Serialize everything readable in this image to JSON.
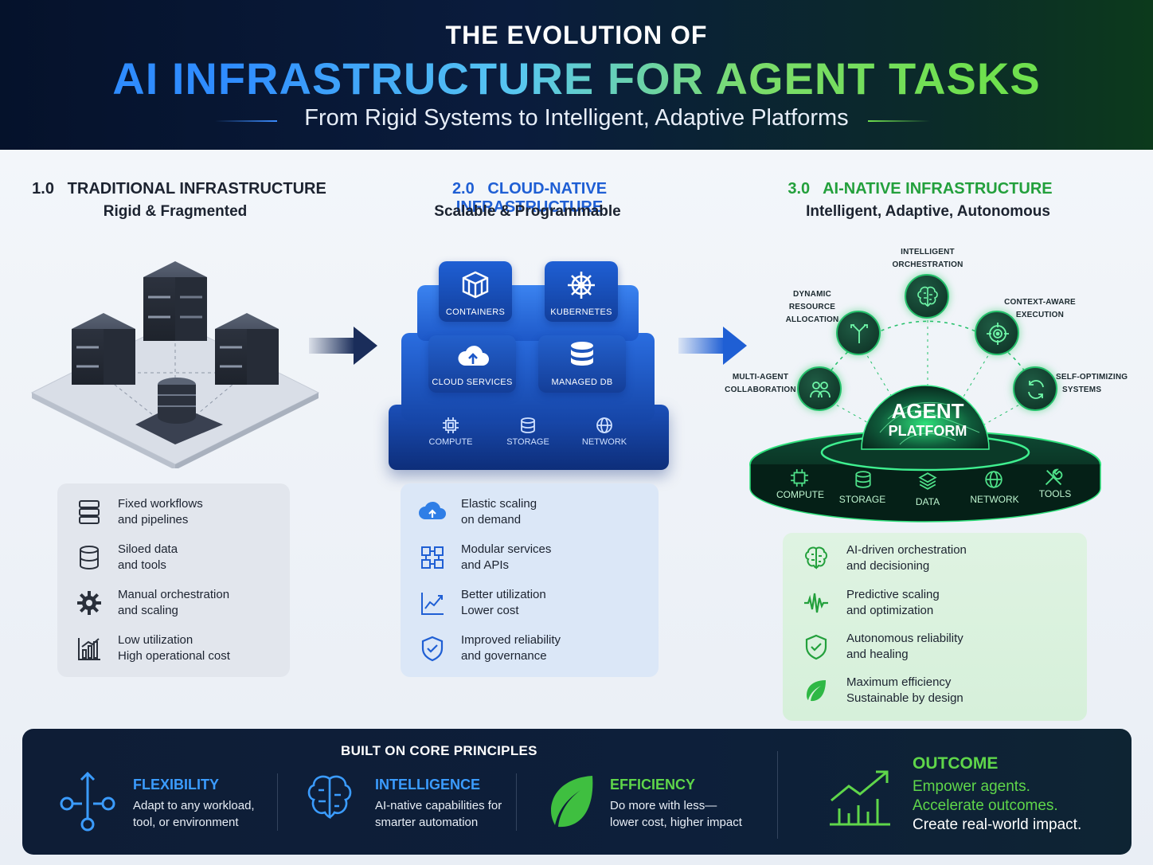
{
  "header": {
    "pre_title": "THE EVOLUTION OF",
    "main_title": "AI INFRASTRUCTURE FOR AGENT TASKS",
    "subtitle": "From Rigid Systems to Intelligent, Adaptive Platforms"
  },
  "columns": [
    {
      "number": "1.0",
      "title": "TRADITIONAL INFRASTRUCTURE",
      "subtitle": "Rigid & Fragmented",
      "color": "#1c2330",
      "items": [
        {
          "icon": "server-rack-icon",
          "line1": "Fixed workflows",
          "line2": "and pipelines"
        },
        {
          "icon": "database-icon",
          "line1": "Siloed data",
          "line2": "and tools"
        },
        {
          "icon": "gear-icon",
          "line1": "Manual orchestration",
          "line2": "and scaling"
        },
        {
          "icon": "bar-chart-icon",
          "line1": "Low utilization",
          "line2": "High operational cost"
        }
      ]
    },
    {
      "number": "2.0",
      "title": "CLOUD-NATIVE INFRASTRUCTURE",
      "subtitle": "Scalable & Programmable",
      "color": "#1f5fd4",
      "tiles": {
        "top": [
          "CONTAINERS",
          "KUBERNETES"
        ],
        "middle": [
          "CLOUD SERVICES",
          "MANAGED DB"
        ],
        "base": [
          "COMPUTE",
          "STORAGE",
          "NETWORK"
        ]
      },
      "items": [
        {
          "icon": "cloud-upload-icon",
          "line1": "Elastic scaling",
          "line2": "on demand"
        },
        {
          "icon": "modules-icon",
          "line1": "Modular services",
          "line2": "and APIs"
        },
        {
          "icon": "line-chart-icon",
          "line1": "Better utilization",
          "line2": "Lower cost"
        },
        {
          "icon": "shield-check-icon",
          "line1": "Improved reliability",
          "line2": "and governance"
        }
      ]
    },
    {
      "number": "3.0",
      "title": "AI-NATIVE INFRASTRUCTURE",
      "subtitle": "Intelligent, Adaptive, Autonomous",
      "color": "#23a03c",
      "platform": {
        "title": "AGENT",
        "subtitle": "PLATFORM",
        "base": [
          "COMPUTE",
          "STORAGE",
          "DATA",
          "NETWORK",
          "TOOLS"
        ],
        "nodes": [
          {
            "icon": "people-icon",
            "label": [
              "MULTI-AGENT",
              "COLLABORATION"
            ]
          },
          {
            "icon": "arrows-split-icon",
            "label": [
              "DYNAMIC",
              "RESOURCE",
              "ALLOCATION"
            ]
          },
          {
            "icon": "brain-icon",
            "label": [
              "INTELLIGENT",
              "ORCHESTRATION"
            ]
          },
          {
            "icon": "target-icon",
            "label": [
              "CONTEXT-AWARE",
              "EXECUTION"
            ]
          },
          {
            "icon": "refresh-icon",
            "label": [
              "SELF-OPTIMIZING",
              "SYSTEMS"
            ]
          }
        ]
      },
      "items": [
        {
          "icon": "brain-icon",
          "line1": "AI-driven orchestration",
          "line2": "and decisioning"
        },
        {
          "icon": "waveform-icon",
          "line1": "Predictive scaling",
          "line2": "and optimization"
        },
        {
          "icon": "shield-check-icon",
          "line1": "Autonomous reliability",
          "line2": "and healing"
        },
        {
          "icon": "leaf-icon",
          "line1": "Maximum efficiency",
          "line2": "Sustainable by design"
        }
      ]
    }
  ],
  "principles": {
    "heading": "BUILT ON CORE PRINCIPLES",
    "items": [
      {
        "icon": "flow-icon",
        "title": "FLEXIBILITY",
        "line1": "Adapt to any workload,",
        "line2": "tool, or environment",
        "color": "#3b9cff"
      },
      {
        "icon": "brain-icon",
        "title": "INTELLIGENCE",
        "line1": "AI-native capabilities for",
        "line2": "smarter automation",
        "color": "#3b9cff"
      },
      {
        "icon": "leaf-icon",
        "title": "EFFICIENCY",
        "line1": "Do more with less—",
        "line2": "lower cost, higher impact",
        "color": "#5fd64a"
      }
    ],
    "outcome": {
      "title": "OUTCOME",
      "lines": [
        "Empower agents.",
        "Accelerate outcomes.",
        "Create real-world impact."
      ]
    }
  }
}
